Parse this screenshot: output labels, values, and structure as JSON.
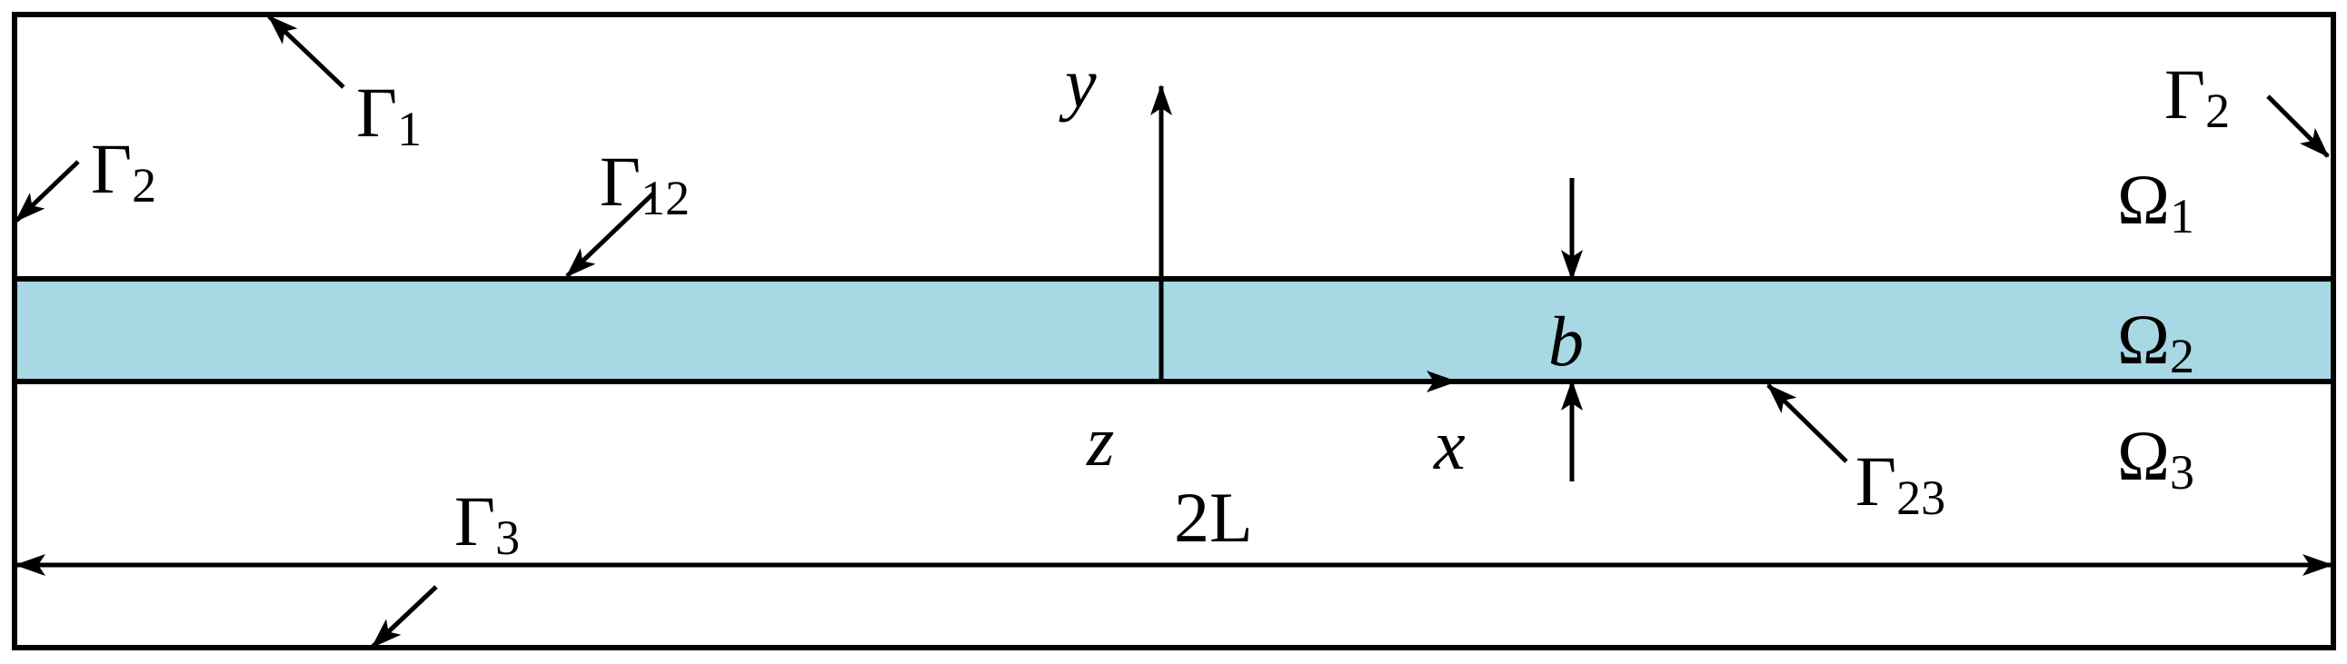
{
  "colors": {
    "stroke": "#000000",
    "layer_fill": "#a8d8e4",
    "background": "#ffffff"
  },
  "labels": {
    "gamma1": {
      "sym": "Γ",
      "sub": "1"
    },
    "gamma2_left": {
      "sym": "Γ",
      "sub": "2"
    },
    "gamma2_right": {
      "sym": "Γ",
      "sub": "2"
    },
    "gamma12": {
      "sym": "Γ",
      "sub": "12"
    },
    "gamma23": {
      "sym": "Γ",
      "sub": "23"
    },
    "gamma3": {
      "sym": "Γ",
      "sub": "3"
    },
    "omega1": {
      "sym": "Ω",
      "sub": "1"
    },
    "omega2": {
      "sym": "Ω",
      "sub": "2"
    },
    "omega3": {
      "sym": "Ω",
      "sub": "3"
    },
    "axis_y": "y",
    "axis_x": "x",
    "axis_z": "z",
    "thickness": "b",
    "length": "2L"
  }
}
